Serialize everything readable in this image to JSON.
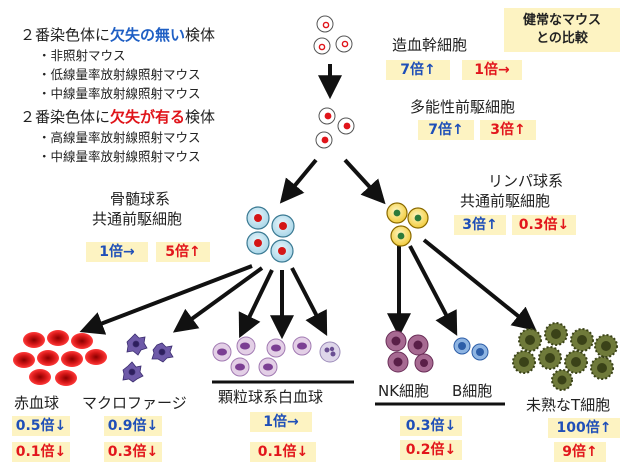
{
  "legend": {
    "group_normal": {
      "prefix": "２番染色体に",
      "highlight": "欠失の無い",
      "suffix": "検体"
    },
    "group_normal_items": [
      "・非照射マウス",
      "・低線量率放射線照射マウス",
      "・中線量率放射線照射マウス"
    ],
    "group_deleted": {
      "prefix": "２番染色体に",
      "highlight": "欠失が有る",
      "suffix": "検体"
    },
    "group_deleted_items": [
      "・高線量率放射線照射マウス",
      "・中線量率放射線照射マウス"
    ]
  },
  "comparison_label": [
    "健常なマウス",
    "との比較"
  ],
  "cells": {
    "hsc": {
      "label": "造血幹細胞",
      "normal": "7倍↑",
      "deleted": "1倍→"
    },
    "mpp": {
      "label": "多能性前駆細胞",
      "normal": "7倍↑",
      "deleted": "3倍↑"
    },
    "cmp": {
      "label": [
        "骨髄球系",
        "共通前駆細胞"
      ],
      "normal": "1倍→",
      "deleted": "5倍↑"
    },
    "clp": {
      "label": [
        "リンパ球系",
        "共通前駆細胞"
      ],
      "normal": "3倍↑",
      "deleted": "0.3倍↓"
    },
    "rbc": {
      "label": "赤血球",
      "normal": "0.5倍↓",
      "deleted": "0.1倍↓"
    },
    "macrophage": {
      "label": "マクロファージ",
      "normal": "0.9倍↓",
      "deleted": "0.3倍↓"
    },
    "granulocyte": {
      "label": "顆粒球系白血球",
      "normal": "1倍→",
      "deleted": "0.1倍↓"
    },
    "nk": {
      "label": "NK細胞"
    },
    "b": {
      "label": "B細胞"
    },
    "nkb": {
      "normal": "0.3倍↓",
      "deleted": "0.2倍↓"
    },
    "t": {
      "label": "未熟なT細胞",
      "normal": "100倍↑",
      "deleted": "9倍↑"
    }
  },
  "colors": {
    "normal_text": "#1f4fb8",
    "deleted_text": "#e2161c",
    "value_box": "#fdf3c2",
    "arrow": "#111111"
  }
}
